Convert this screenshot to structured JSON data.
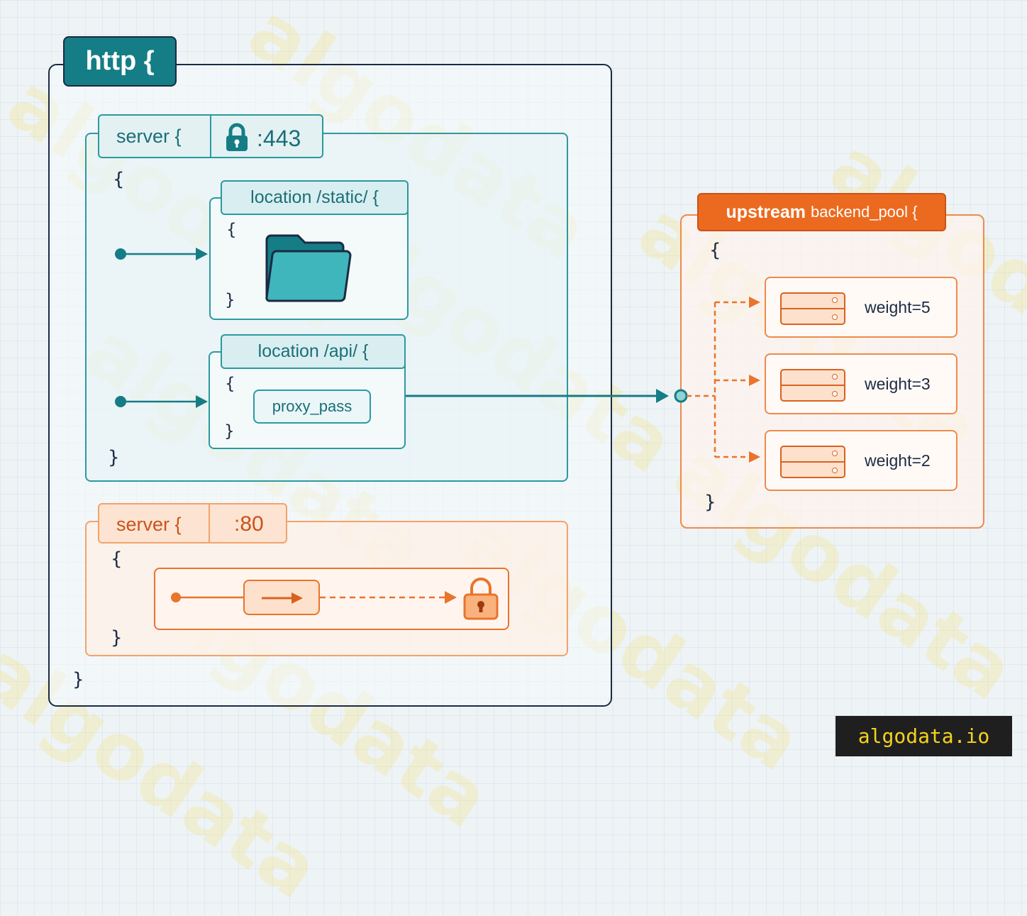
{
  "http": {
    "label": "http {",
    "close": "}"
  },
  "server_https": {
    "keyword": "server {",
    "port": ":443",
    "lock_icon": "lock-icon",
    "open": "{",
    "close": "}",
    "locations": [
      {
        "label": "location /static/ {",
        "open": "{",
        "close": "}",
        "icon": "folder-icon"
      },
      {
        "label": "location /api/ {",
        "open": "{",
        "close": "}",
        "directive": "proxy_pass"
      }
    ]
  },
  "server_http": {
    "keyword": "server {",
    "port": ":80",
    "open": "{",
    "close": "}",
    "redirect_icon": "arrow-right-icon",
    "target_icon": "lock-icon"
  },
  "upstream": {
    "keyword": "upstream",
    "name": "backend_pool {",
    "open": "{",
    "close": "}",
    "servers": [
      {
        "label": "weight=5"
      },
      {
        "label": "weight=3"
      },
      {
        "label": "weight=2"
      }
    ]
  },
  "colors": {
    "teal": "#2b9aa0",
    "orange": "#ec6a1f",
    "navy": "#1b2a44"
  },
  "watermark": {
    "text": "algodata",
    "badge": "algodata.io"
  }
}
